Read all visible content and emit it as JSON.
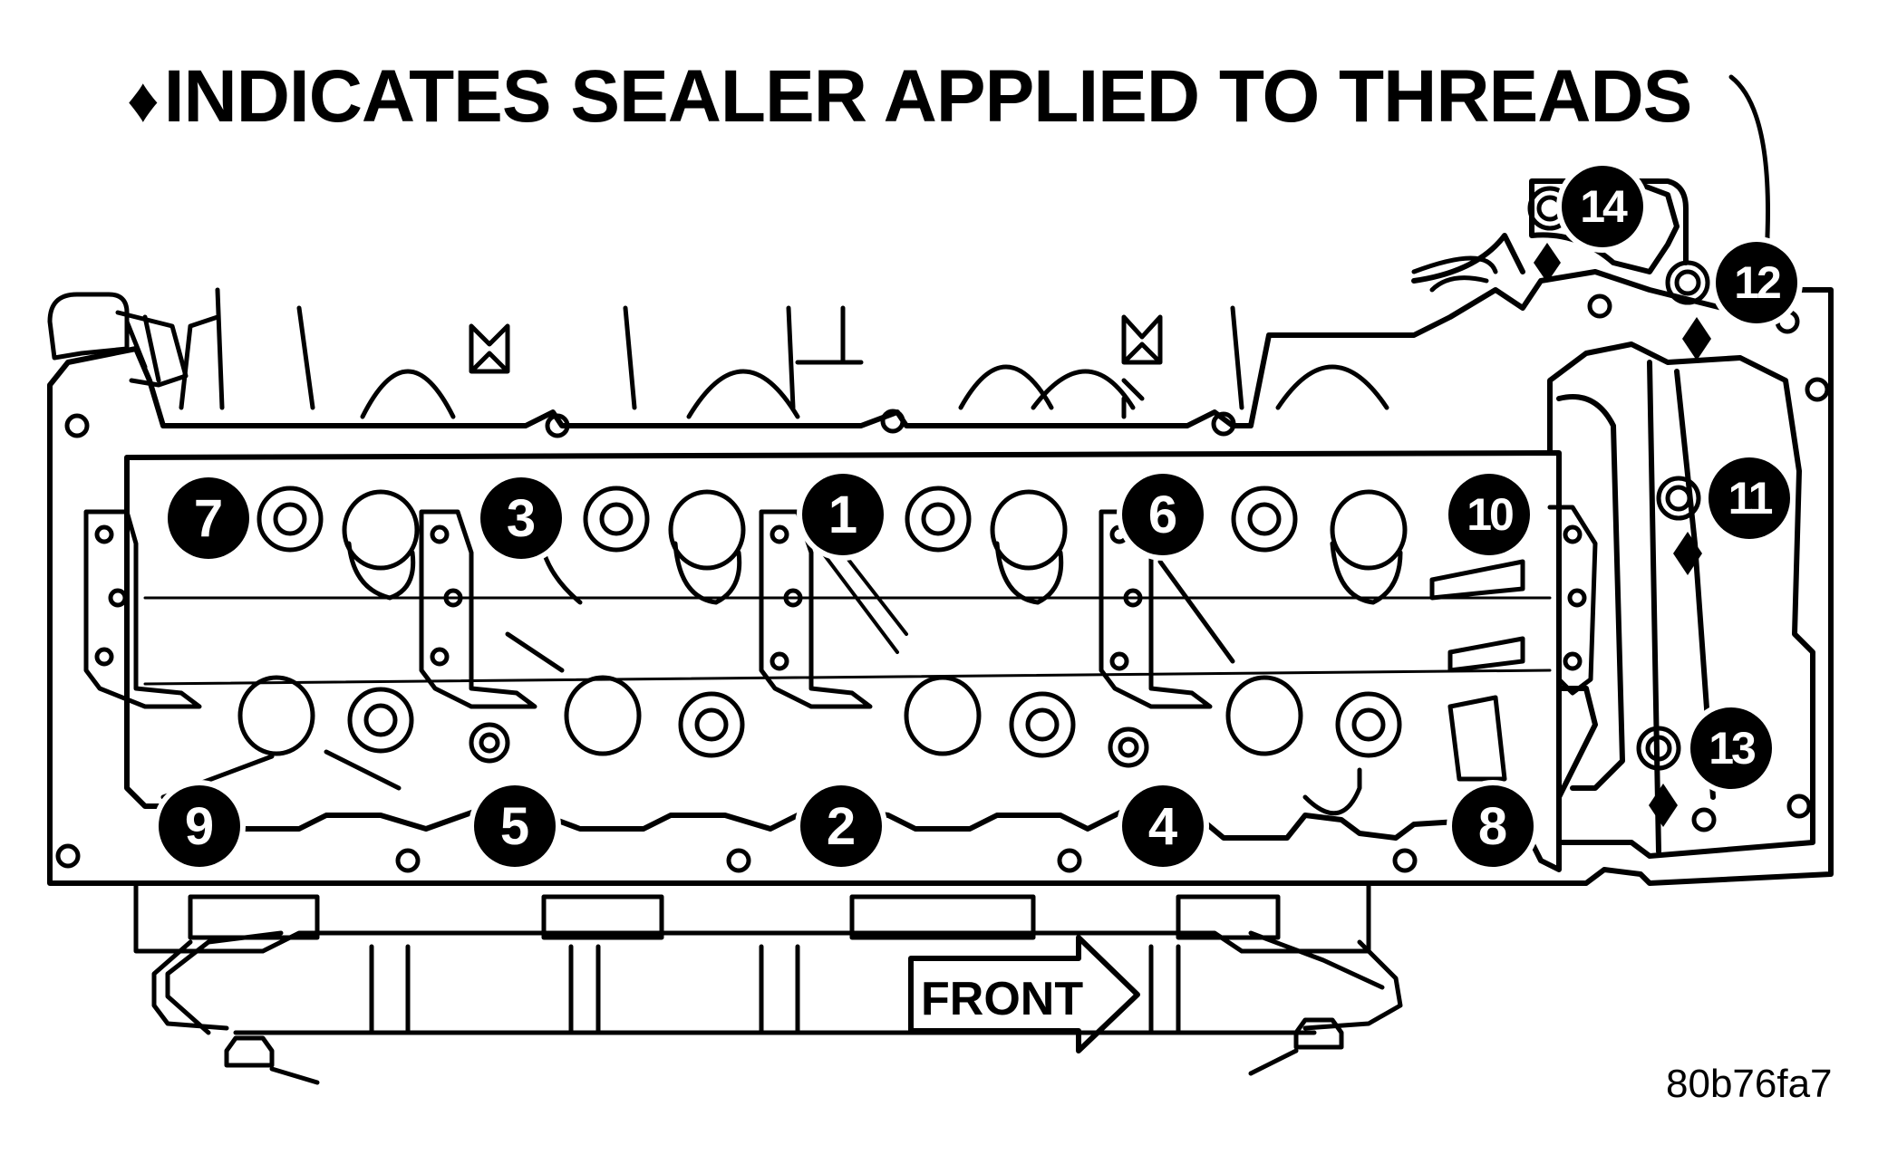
{
  "legend": {
    "symbol": "♦",
    "text": "INDICATES SEALER APPLIED TO THREADS"
  },
  "front_label": "FRONT",
  "figure_code": "80b76fa7",
  "colors": {
    "ink": "#000000",
    "paper": "#ffffff"
  },
  "bolts": [
    {
      "label": "1",
      "sealer": false
    },
    {
      "label": "2",
      "sealer": false
    },
    {
      "label": "3",
      "sealer": false
    },
    {
      "label": "4",
      "sealer": false
    },
    {
      "label": "5",
      "sealer": false
    },
    {
      "label": "6",
      "sealer": false
    },
    {
      "label": "7",
      "sealer": false
    },
    {
      "label": "8",
      "sealer": false
    },
    {
      "label": "9",
      "sealer": false
    },
    {
      "label": "10",
      "sealer": false
    },
    {
      "label": "11",
      "sealer": true
    },
    {
      "label": "12",
      "sealer": true
    },
    {
      "label": "13",
      "sealer": true
    },
    {
      "label": "14",
      "sealer": true
    }
  ]
}
